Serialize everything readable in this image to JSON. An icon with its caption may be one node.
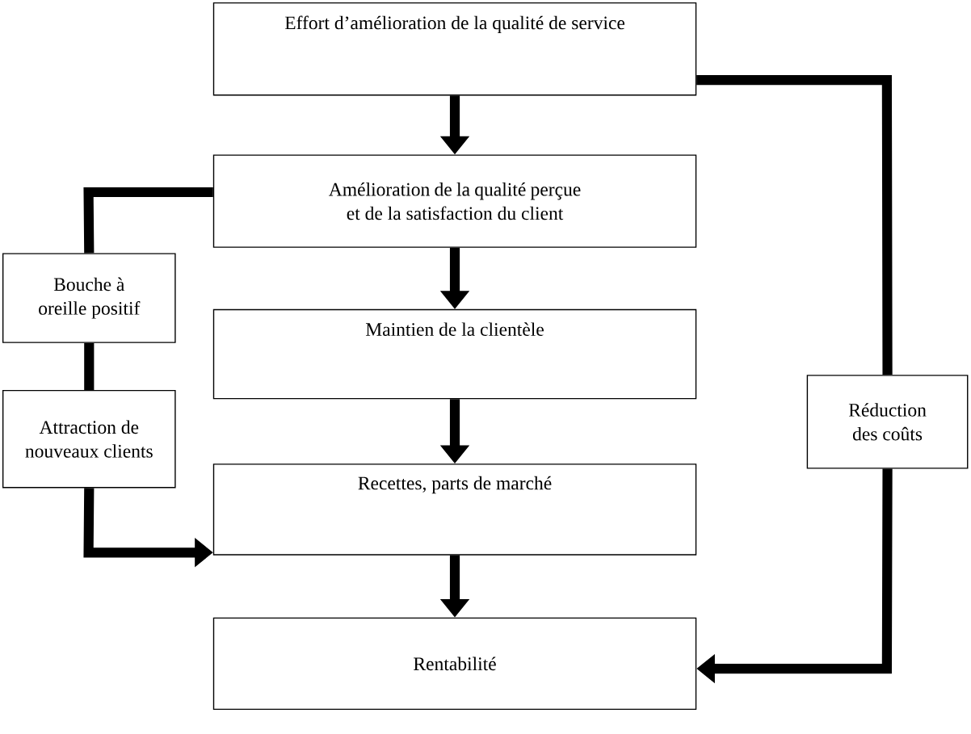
{
  "diagram": {
    "nodes": [
      {
        "text": [
          "Effort d’amélioration de la qualité de service"
        ]
      },
      {
        "text": [
          "Amélioration de la qualité perçue et de la satisfaction du client"
        ]
      },
      {
        "text": [
          "Bouche à oreille positif"
        ]
      },
      {
        "text": [
          "Maintien de la clientèle"
        ]
      },
      {
        "text": [
          "Réduction des coûts"
        ]
      },
      {
        "text": [
          "Attraction de nouveaux clients"
        ]
      },
      {
        "text": [
          "Recettes, parts de marché"
        ]
      },
      {
        "text": [
          "Rentabilité"
        ]
      }
    ],
    "edges": [
      {
        "from": 0,
        "to": 1,
        "arrow": "to"
      },
      {
        "from": 1,
        "to": 3,
        "arrow": "to"
      },
      {
        "from": 3,
        "to": 6,
        "arrow": "to"
      },
      {
        "from": 6,
        "to": 7,
        "arrow": "to"
      },
      {
        "from": 1,
        "to": 2,
        "arrow": "none"
      },
      {
        "from": 2,
        "to": 5,
        "arrow": "none"
      },
      {
        "from": 5,
        "to": 6,
        "arrow": "to"
      },
      {
        "from": 0,
        "to": 4,
        "arrow": "none"
      },
      {
        "from": 4,
        "to": 7,
        "arrow": "to"
      }
    ]
  }
}
